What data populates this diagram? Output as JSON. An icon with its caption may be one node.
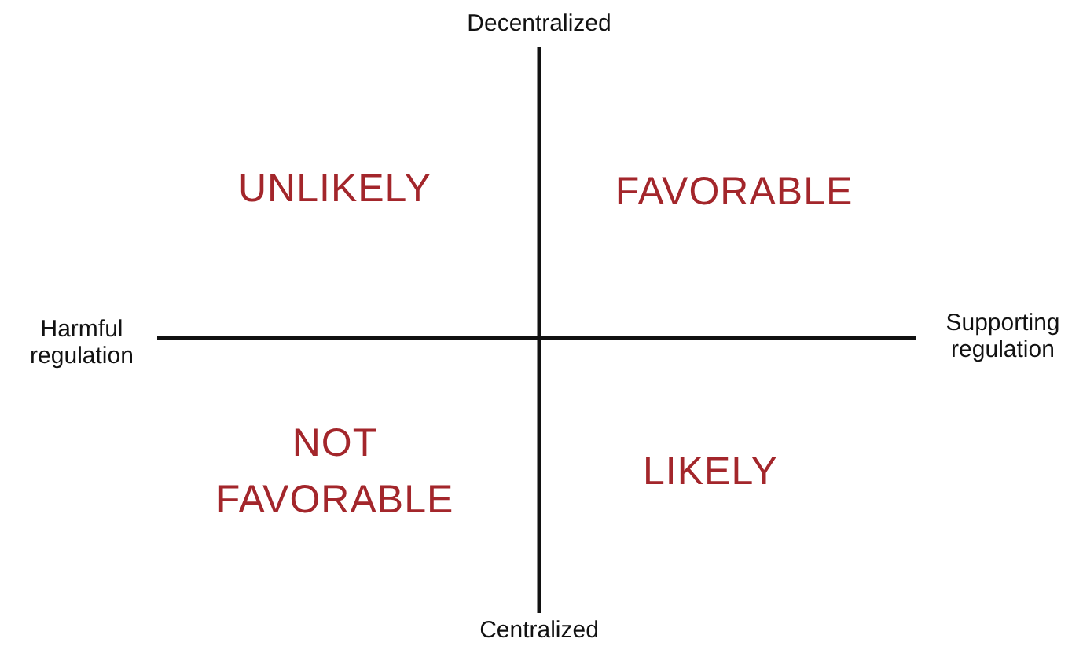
{
  "diagram": {
    "labels": [
      "Decentralized",
      "UNLIKELY",
      "FAVORABLE",
      "Harmful regulation",
      "Supporting regulation",
      "NOT FAVORABLE",
      "LIKELY",
      "Centralized"
    ]
  }
}
